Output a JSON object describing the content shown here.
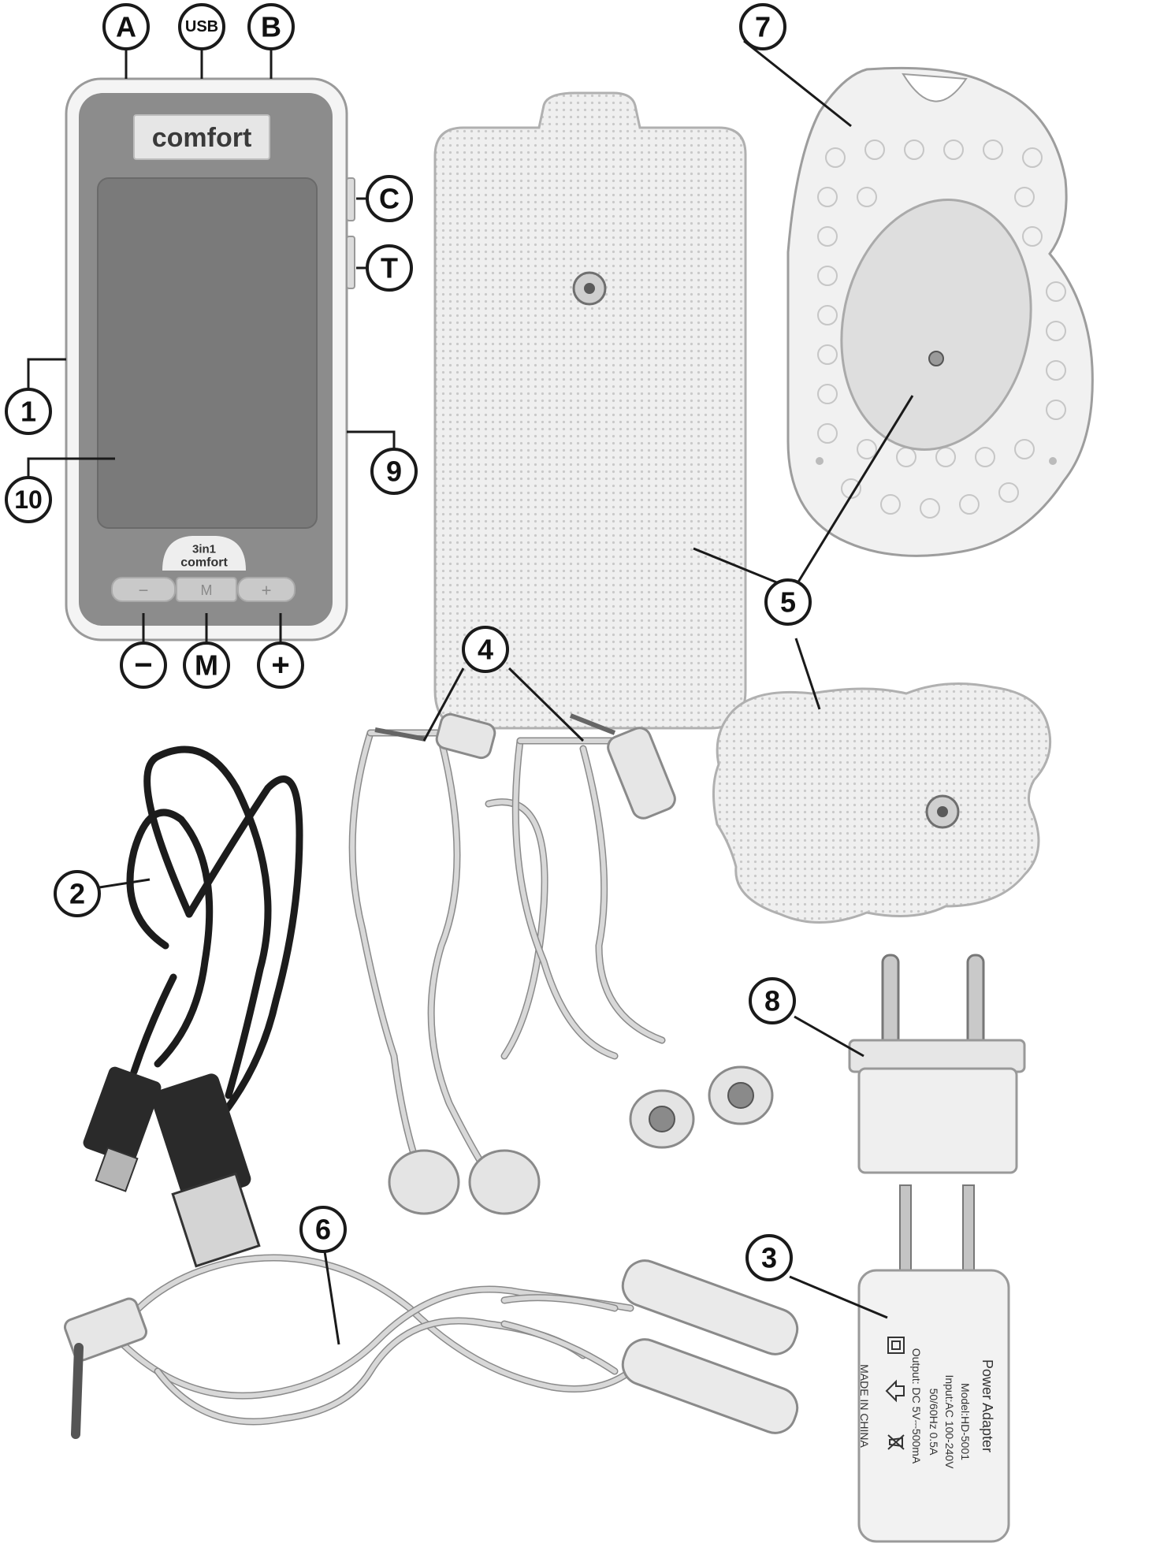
{
  "device": {
    "brand_label": "comfort",
    "badge_line1": "3in1",
    "badge_line2": "comfort",
    "button_minus_glyph": "−",
    "button_mode_glyph": "M",
    "button_plus_glyph": "+"
  },
  "adapter": {
    "text_lines": [
      "Power Adapter",
      "Model:HD-5001",
      "Input:AC 100-240V",
      "50/60Hz 0.5A",
      "Output: DC 5V⎓500mA",
      "MADE IN CHINA"
    ]
  },
  "callouts": {
    "A": "A",
    "USB": "USB",
    "B": "B",
    "C": "C",
    "T": "T",
    "n1": "1",
    "n10": "10",
    "n9": "9",
    "minus": "−",
    "M": "M",
    "plus": "+",
    "n7": "7",
    "n5": "5",
    "n4": "4",
    "n2": "2",
    "n8": "8",
    "n6": "6",
    "n3": "3"
  },
  "colors": {
    "line": "#1a1a1a",
    "device_body": "#f4f4f4",
    "device_panel": "#8c8c8c",
    "screen": "#7a7a7a",
    "pad": "#ececec",
    "cable_white": "#d8d8d8",
    "cable_black": "#1c1c1c"
  }
}
